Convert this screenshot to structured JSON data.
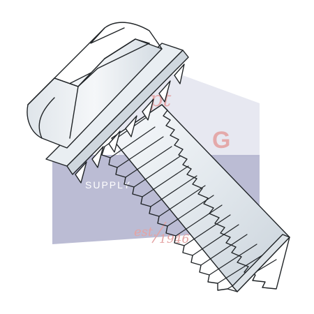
{
  "watermark": {
    "brand_partial": "pt",
    "brand_letters": "G",
    "supply_label": "SUPPLY",
    "est_label": "est.",
    "year_label": "1946",
    "colors": {
      "shield": "#a9aac8",
      "shield_light": "#d5d6e6",
      "text_pink": "#e4a3a3",
      "supply_text": "#ffffff"
    }
  },
  "product": {
    "name_icon": "hex-flange-sems-screw-icon",
    "metal_color": "#e6ebef",
    "outline_color": "#1f2326"
  }
}
